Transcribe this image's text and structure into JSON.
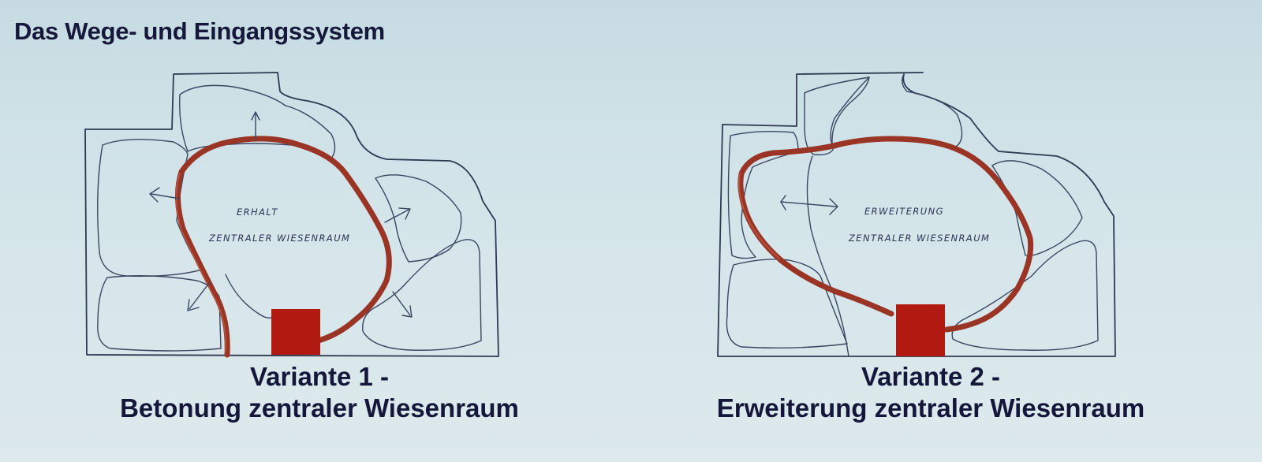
{
  "slide": {
    "title": "Das Wege- und Eingangssystem",
    "background_color": "#d4e5ea",
    "accent_colors": {
      "path": "#9a3424",
      "entrance": "#b01a10",
      "ink": "#2e3a52",
      "text": "#14173a"
    }
  },
  "variants": [
    {
      "caption_line1": "Variante 1 -",
      "caption_line2": "Betonung zentraler Wiesenraum",
      "sketch_annotation_line1": "ERHALT",
      "sketch_annotation_line2": "ZENTRALER WIESENRAUM",
      "elements": [
        "site-boundary",
        "meadow-areas",
        "loop-path",
        "entrance-block",
        "direction-arrows"
      ]
    },
    {
      "caption_line1": "Variante 2 -",
      "caption_line2": "Erweiterung zentraler Wiesenraum",
      "sketch_annotation_line1": "ERWEITERUNG",
      "sketch_annotation_line2": "ZENTRALER WIESENRAUM",
      "elements": [
        "site-boundary",
        "meadow-areas",
        "loop-path",
        "entrance-block",
        "double-arrow"
      ]
    }
  ]
}
